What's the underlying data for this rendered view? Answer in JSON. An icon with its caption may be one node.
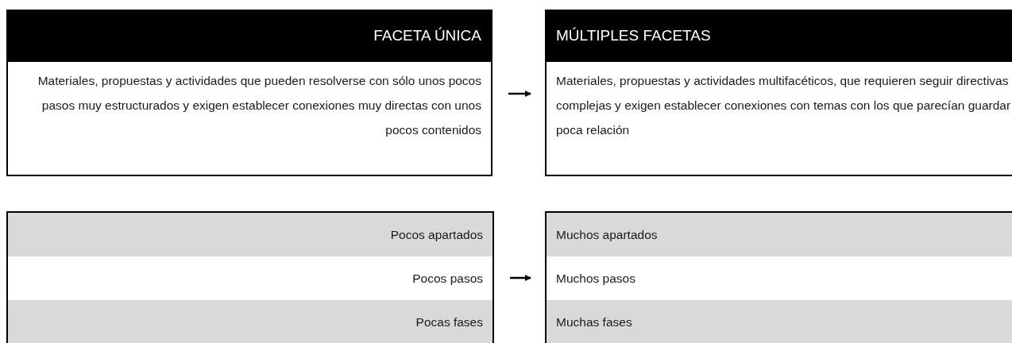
{
  "diagram": {
    "nodes": [
      {
        "text": [
          "FACETA ÚNICA",
          "Materiales, propuestas y actividades que pueden resolverse con sólo unos pocos pasos muy estructurados y exigen establecer conexiones muy directas con unos pocos contenidos"
        ]
      },
      {
        "text": [
          "MÚLTIPLES FACETAS",
          "Materiales, propuestas y actividades multifacéticos, que requieren seguir directivas complejas y exigen establecer conexiones con temas con los que parecían guardar poca relación"
        ]
      },
      {
        "text": [
          "Pocos apartados",
          "Pocos pasos",
          "Pocas fases"
        ]
      },
      {
        "text": [
          "Muchos apartados",
          "Muchos pasos",
          "Muchas fases"
        ]
      }
    ],
    "edges": [
      {
        "from": 0,
        "to": 1,
        "arrow": "to"
      },
      {
        "from": 2,
        "to": 3,
        "arrow": "to"
      }
    ]
  }
}
